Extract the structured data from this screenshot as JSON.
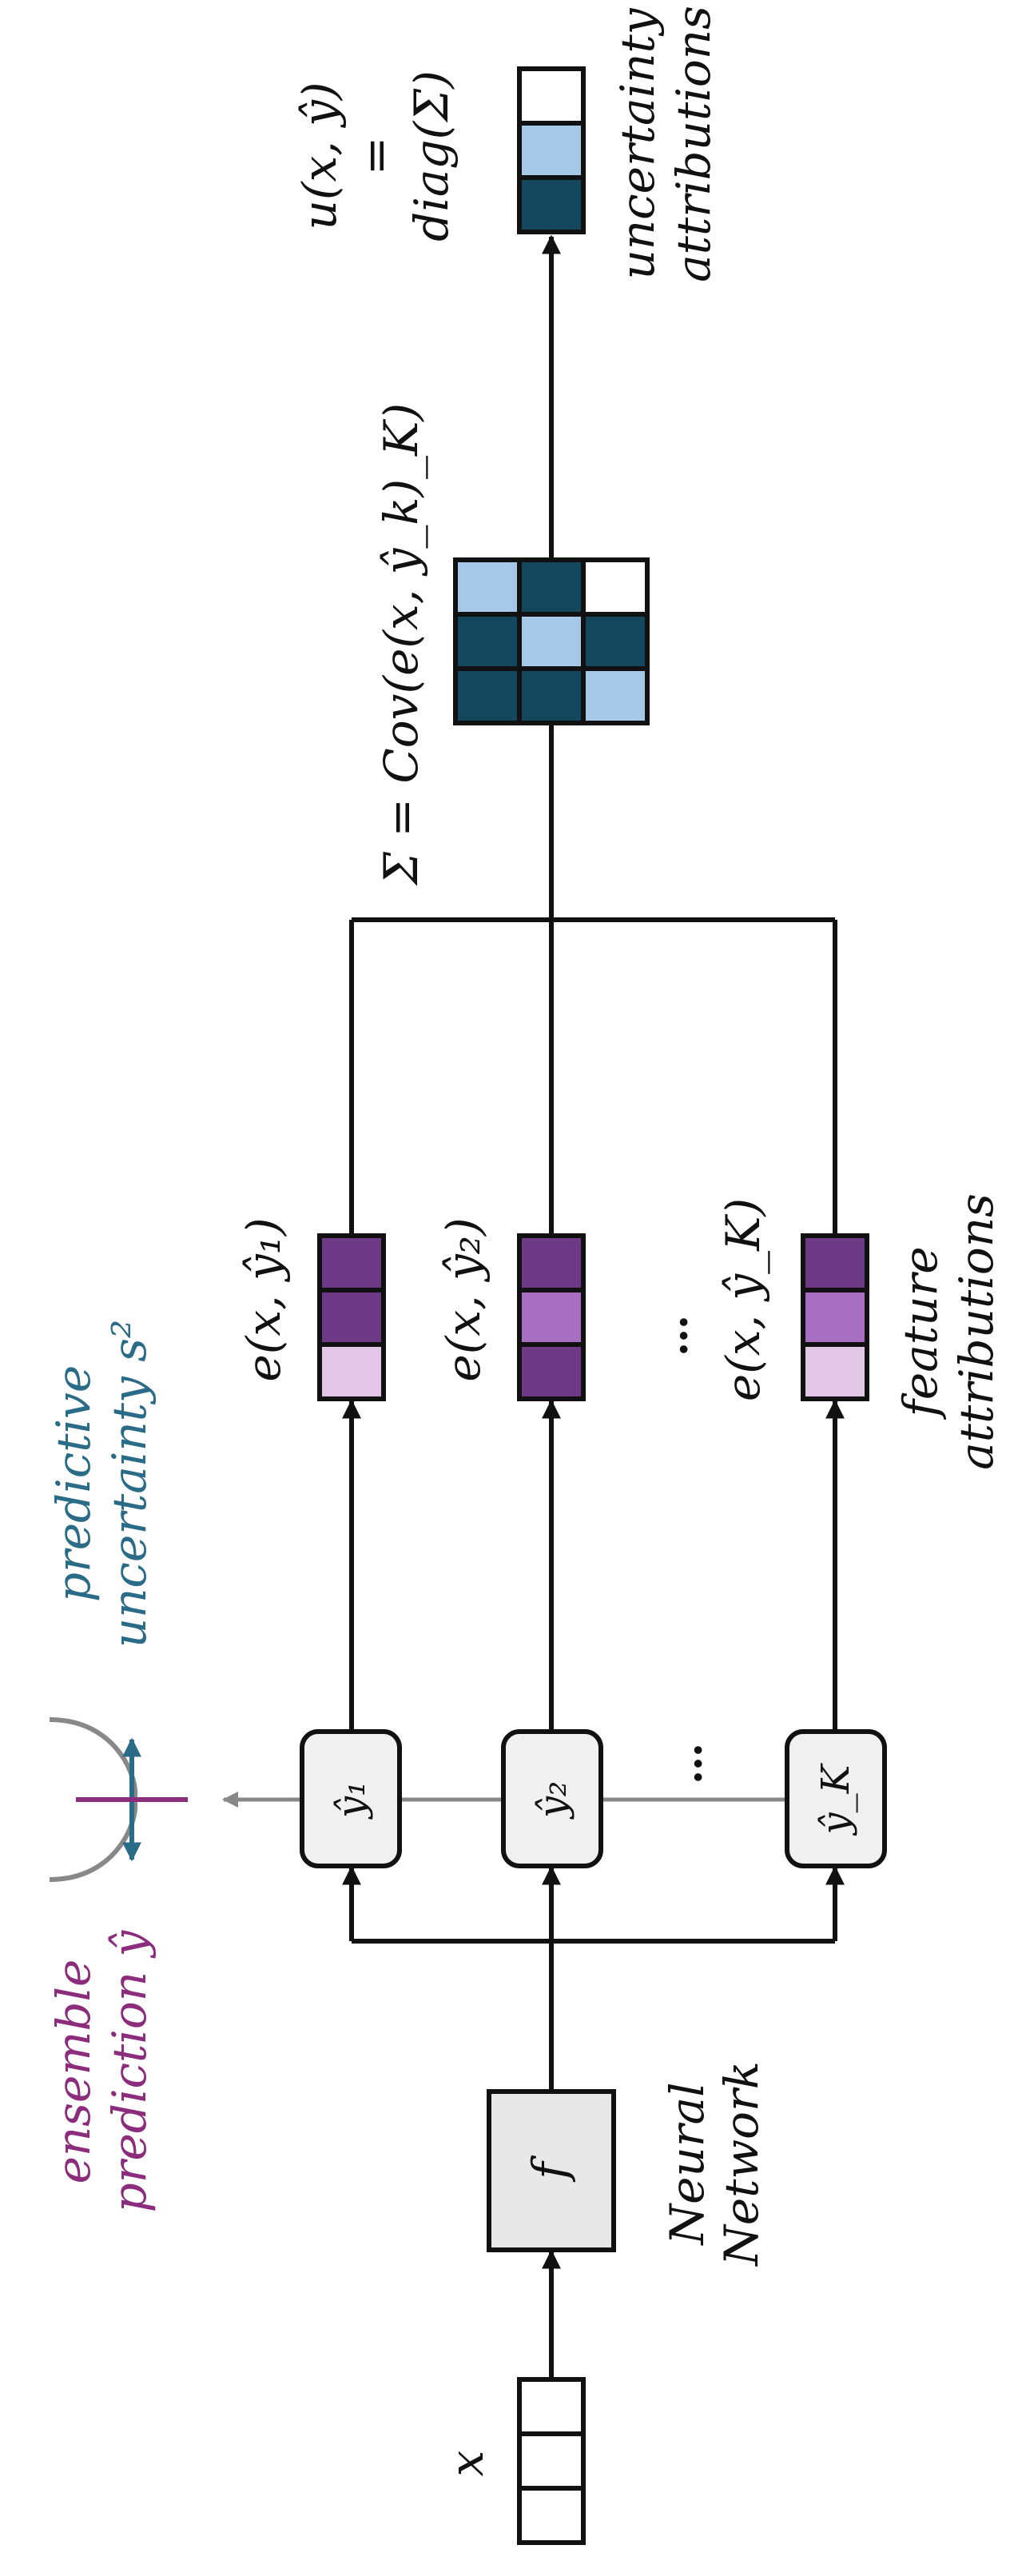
{
  "input": {
    "label": "x"
  },
  "network": {
    "box_label": "f",
    "caption_line1": "Neural",
    "caption_line2": "Network"
  },
  "ensemble": {
    "members": [
      "ŷ₁",
      "ŷ₂",
      "ŷ_K"
    ],
    "ellipsis": "…",
    "prediction_line1": "ensemble",
    "prediction_line2": "prediction ŷ",
    "uncertainty_line1": "predictive",
    "uncertainty_line2": "uncertainty s²"
  },
  "explanations": {
    "labels": [
      "e(x, ŷ₁)",
      "e(x, ŷ₂)",
      "e(x, ŷ_K)"
    ],
    "ellipsis": "…",
    "caption_line1": "feature",
    "caption_line2": "attributions"
  },
  "covariance": {
    "label": "Σ = Cov(e(x, ŷ_k)_K)"
  },
  "output": {
    "line1": "u(x, ŷ)",
    "line2": "=",
    "line3": "diag(Σ)",
    "caption_line1": "uncertainty",
    "caption_line2": "attributions"
  },
  "colors": {
    "prediction": "#8b2c7c",
    "uncertainty": "#2a6b87",
    "navy": "#14465e",
    "lightblue": "#a8c8e8",
    "purple_dark": "#6e3a86",
    "purple_mid": "#a86ec2",
    "purple_light": "#e1c6e6",
    "box_fill": "#e8e8e8"
  }
}
